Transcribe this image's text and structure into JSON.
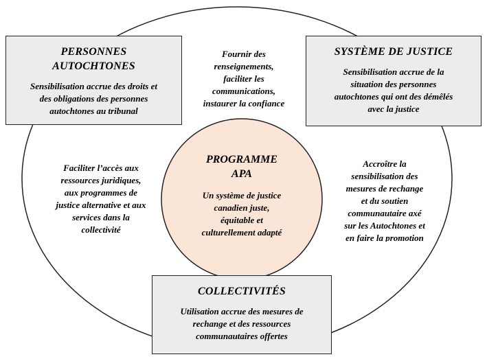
{
  "diagram": {
    "center": {
      "title_line1": "PROGRAMME",
      "title_line2": "APA",
      "body": [
        "Un système de justice",
        "canadien juste,",
        "équitable et",
        "culturellement adapté"
      ],
      "fill_color": "#fbe5d6"
    },
    "boxes": {
      "top_left": {
        "title": [
          "PERSONNES",
          "AUTOCHTONES"
        ],
        "body": [
          "Sensibilisation accrue des droits et",
          "des obligations des personnes",
          "autochtones au tribunal"
        ]
      },
      "top_right": {
        "title": [
          "SYSTÈME DE JUSTICE"
        ],
        "body": [
          "Sensibilisation accrue de la",
          "situation des personnes",
          "autochtones qui ont des démêlés",
          "avec la justice"
        ]
      },
      "bottom": {
        "title": [
          "COLLECTIVITÉS"
        ],
        "body": [
          "Utilisation accrue des mesures de",
          "rechange et des ressources",
          "communautaires offertes"
        ]
      }
    },
    "connectors": {
      "top": [
        "Fournir des",
        "renseignements,",
        "faciliter les",
        "communications,",
        "instaurer la confiance"
      ],
      "left": [
        "Faciliter l’accès aux",
        "ressources juridiques,",
        "aux programmes de",
        "justice alternative et aux",
        "services dans la",
        "collectivité"
      ],
      "right": [
        "Accroître la",
        "sensibilisation des",
        "mesures de rechange",
        "et du soutien",
        "communautaire axé",
        "sur les Autochtones et",
        "en faire la promotion"
      ]
    },
    "box_fill": "#ececec"
  }
}
